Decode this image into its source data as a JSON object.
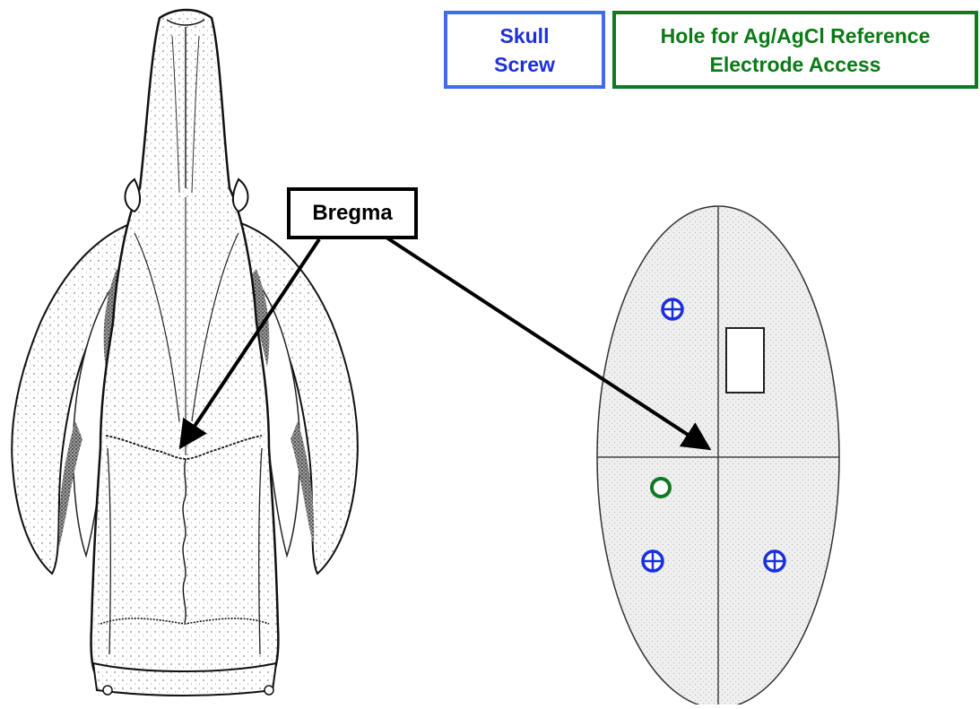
{
  "legend": {
    "skull_screw": {
      "line1": "Skull",
      "line2": "Screw",
      "color": "#3f6de8"
    },
    "reference_hole": {
      "line1": "Hole for Ag/AgCl Reference",
      "line2": "Electrode Access",
      "color": "#0f7a22"
    }
  },
  "skull_drawing": {
    "label": "Bregma",
    "icon": "rat-skull-dorsal-view"
  },
  "cranial_map": {
    "shape": "ellipse-with-midline-crosshair",
    "screw_count": 3,
    "reference_hole_count": 1,
    "has_rectangular_window": true,
    "colors": {
      "screw": "#1a2fe0",
      "reference": "#0f7a22",
      "outline": "#333333",
      "fill": "#ececec"
    }
  }
}
